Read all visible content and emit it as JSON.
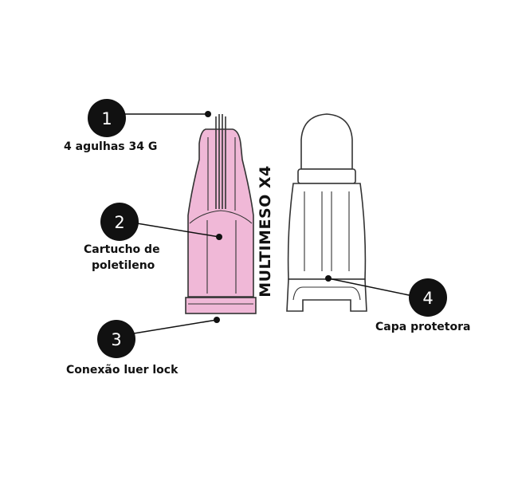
{
  "callouts": [
    {
      "number": "1",
      "label": "4 agulhas 34 G"
    },
    {
      "number": "2",
      "label_line1": "Cartucho de",
      "label_line2": "poletileno"
    },
    {
      "number": "3",
      "label": "Conexão luer lock"
    },
    {
      "number": "4",
      "label": "Capa protetora"
    }
  ],
  "product_label": "MULTIMESO X4",
  "colors": {
    "cartridge_fill": "#f0b8d7",
    "outline": "#333333",
    "badge": "#111111",
    "cap_fill": "#ffffff"
  }
}
